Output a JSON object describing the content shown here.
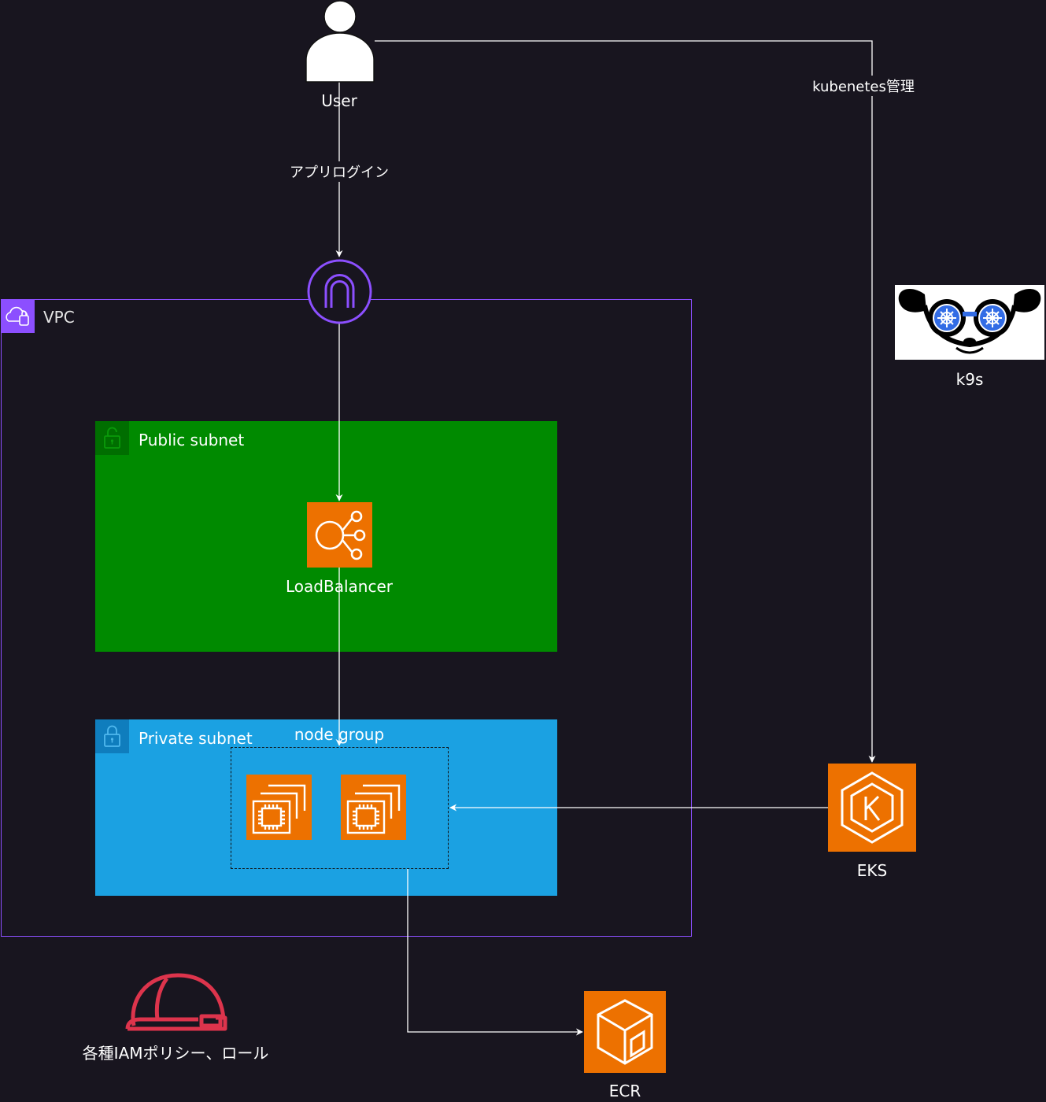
{
  "labels": {
    "user": "User",
    "app_login": "アプリログイン",
    "k8s_manage": "kubenetes管理",
    "vpc": "VPC",
    "public_subnet": "Public subnet",
    "private_subnet": "Private subnet",
    "load_balancer": "LoadBalancer",
    "node_group": "node group",
    "eks": "EKS",
    "ecr": "ECR",
    "k9s": "k9s",
    "iam": "各種IAMポリシー、ロール"
  },
  "colors": {
    "background": "#18151f",
    "vpc": "#8c4fff",
    "public_subnet": "#008a00",
    "private_subnet": "#1ba1e2",
    "aws_compute": "#ed7100",
    "iam": "#dd344c",
    "kubernetes_blue": "#326ce5"
  },
  "icons": {
    "user": "user-icon",
    "internet_gateway": "internet-gateway-icon",
    "load_balancer": "elb-icon",
    "ec2": "ec2-instance-icon",
    "eks": "eks-icon",
    "ecr": "ecr-icon",
    "iam": "iam-hardhat-icon",
    "k9s": "k9s-logo"
  }
}
